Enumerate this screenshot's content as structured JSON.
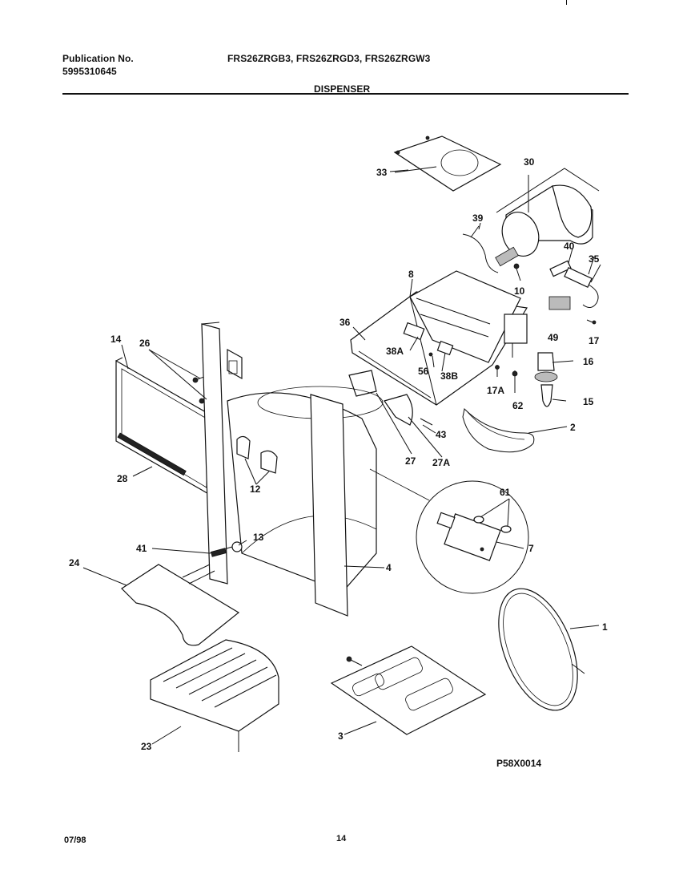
{
  "header": {
    "publication_label": "Publication No.",
    "publication_number": "5995310645",
    "models": "FRS26ZRGB3, FRS26ZRGD3, FRS26ZRGW3",
    "section": "DISPENSER"
  },
  "diagram": {
    "code": "P58X0014",
    "callouts": [
      "33",
      "30",
      "39",
      "40",
      "35",
      "10",
      "8",
      "49",
      "17",
      "36",
      "16",
      "38A",
      "56",
      "38B",
      "17A",
      "62",
      "15",
      "14",
      "26",
      "2",
      "43",
      "27",
      "27A",
      "28",
      "12",
      "61",
      "13",
      "7",
      "41",
      "24",
      "4",
      "1",
      "3",
      "23"
    ]
  },
  "footer": {
    "date": "07/98",
    "page": "14"
  }
}
